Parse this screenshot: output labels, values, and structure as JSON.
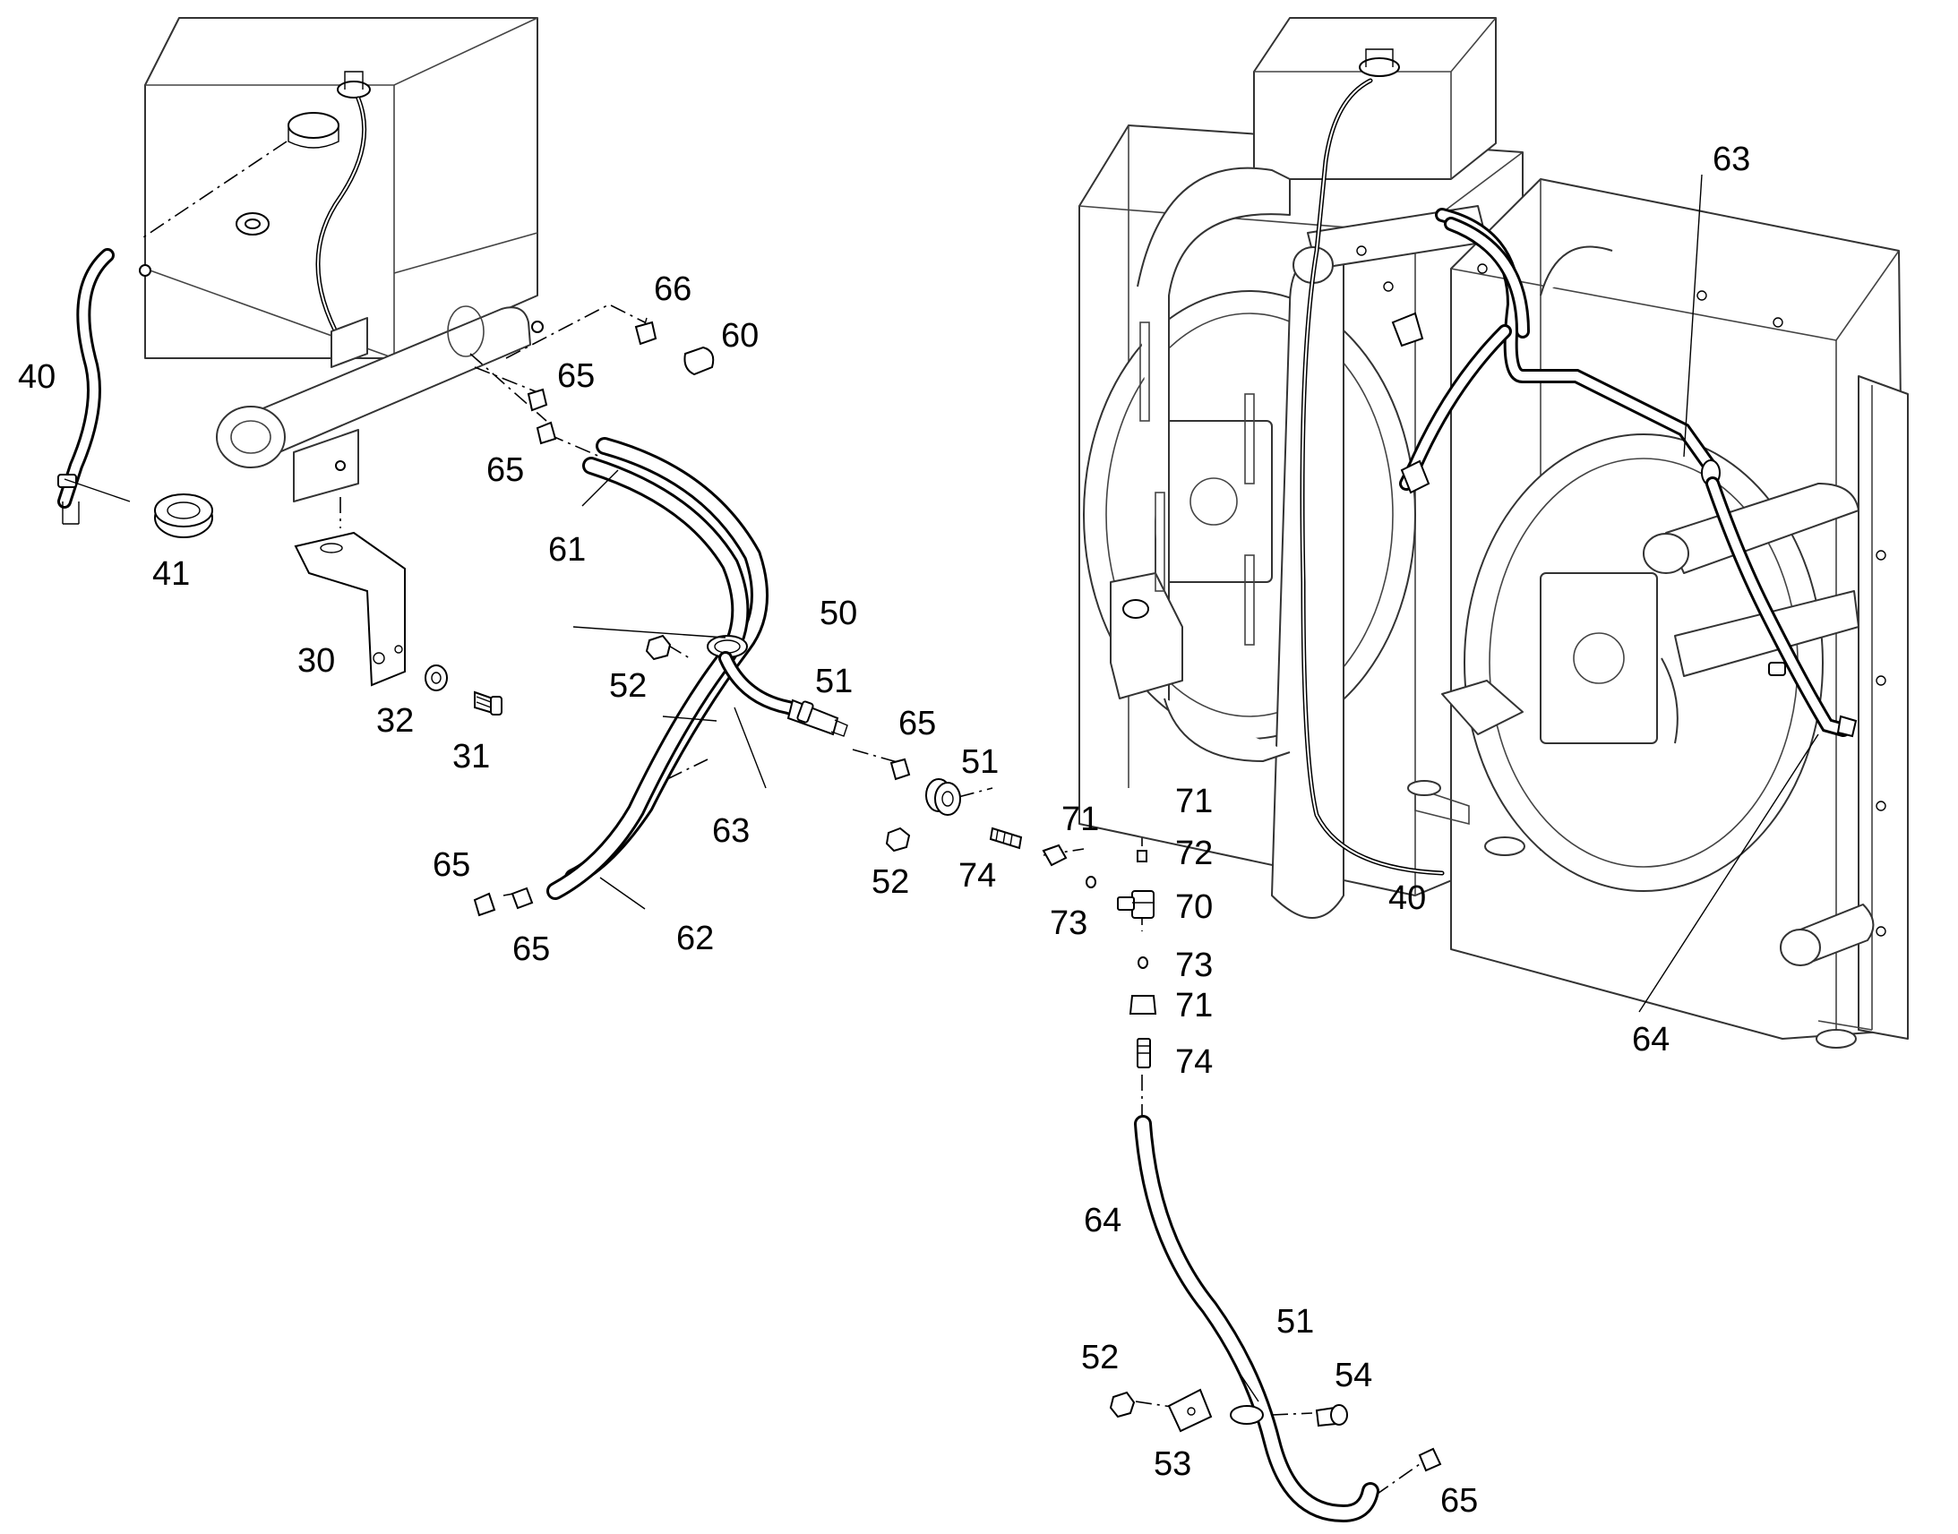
{
  "callouts": [
    {
      "id": "c40a",
      "text": "40"
    },
    {
      "id": "c41",
      "text": "41"
    },
    {
      "id": "c30",
      "text": "30"
    },
    {
      "id": "c32",
      "text": "32"
    },
    {
      "id": "c31",
      "text": "31"
    },
    {
      "id": "c66",
      "text": "66"
    },
    {
      "id": "c60",
      "text": "60"
    },
    {
      "id": "c65a",
      "text": "65"
    },
    {
      "id": "c65b",
      "text": "65"
    },
    {
      "id": "c61",
      "text": "61"
    },
    {
      "id": "c50",
      "text": "50"
    },
    {
      "id": "c52a",
      "text": "52"
    },
    {
      "id": "c51a",
      "text": "51"
    },
    {
      "id": "c63a",
      "text": "63"
    },
    {
      "id": "c65c",
      "text": "65"
    },
    {
      "id": "c65d",
      "text": "65"
    },
    {
      "id": "c62",
      "text": "62"
    },
    {
      "id": "c65e",
      "text": "65"
    },
    {
      "id": "c51b",
      "text": "51"
    },
    {
      "id": "c52b",
      "text": "52"
    },
    {
      "id": "c74a",
      "text": "74"
    },
    {
      "id": "c71a",
      "text": "71"
    },
    {
      "id": "c71b",
      "text": "71"
    },
    {
      "id": "c72",
      "text": "72"
    },
    {
      "id": "c73a",
      "text": "73"
    },
    {
      "id": "c70",
      "text": "70"
    },
    {
      "id": "c73b",
      "text": "73"
    },
    {
      "id": "c71c",
      "text": "71"
    },
    {
      "id": "c74b",
      "text": "74"
    },
    {
      "id": "c40b",
      "text": "40"
    },
    {
      "id": "c63b",
      "text": "63"
    },
    {
      "id": "c64a",
      "text": "64"
    },
    {
      "id": "c64b",
      "text": "64"
    },
    {
      "id": "c51c",
      "text": "51"
    },
    {
      "id": "c52c",
      "text": "52"
    },
    {
      "id": "c54",
      "text": "54"
    },
    {
      "id": "c53",
      "text": "53"
    },
    {
      "id": "c65f",
      "text": "65"
    }
  ]
}
